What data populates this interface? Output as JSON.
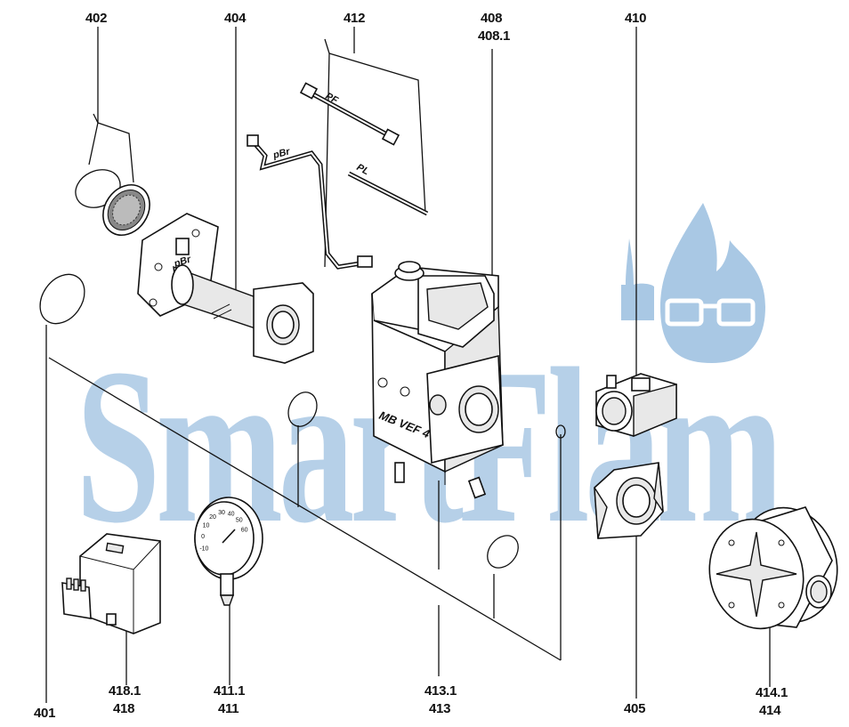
{
  "watermark": {
    "text": "SmartFlam",
    "color": "#a9c8e4"
  },
  "labels": {
    "l401": "401",
    "l402": "402",
    "l404": "404",
    "l412": "412",
    "l408": "408",
    "l4081": "408.1",
    "l410": "410",
    "l4181": "418.1",
    "l418": "418",
    "l4111": "411.1",
    "l411": "411",
    "l4131": "413.1",
    "l413": "413",
    "l405": "405",
    "l4141": "414.1",
    "l414": "414"
  },
  "part_text": {
    "pf": "PF",
    "pl": "PL",
    "pbr_tube": "pBr",
    "pbr_flange": "pBr",
    "valve_body": "MB VEF 4"
  },
  "gauge_scale": [
    "-10",
    "0",
    "10",
    "20",
    "30",
    "40",
    "50",
    "60"
  ]
}
